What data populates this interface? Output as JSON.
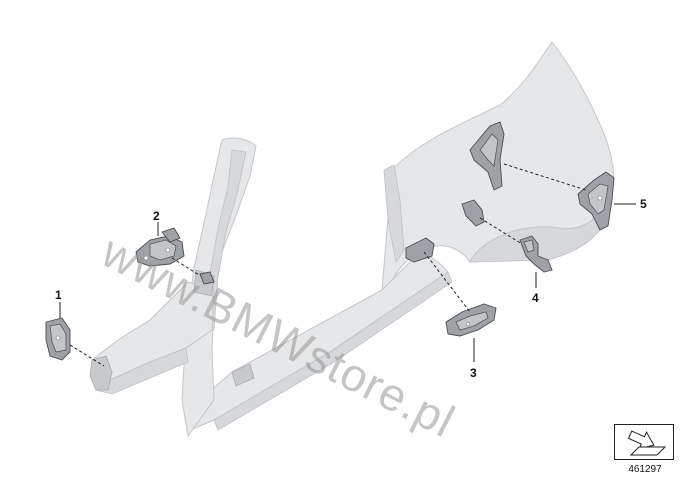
{
  "watermark": "www.BMWstore.pl",
  "reference_number": "461297",
  "callouts": [
    {
      "id": "1",
      "label": "1"
    },
    {
      "id": "2",
      "label": "2"
    },
    {
      "id": "3",
      "label": "3"
    },
    {
      "id": "4",
      "label": "4"
    },
    {
      "id": "5",
      "label": "5"
    }
  ],
  "colors": {
    "body": "#e6e7e9",
    "part": "#9ea1a5",
    "line": "#222222"
  }
}
